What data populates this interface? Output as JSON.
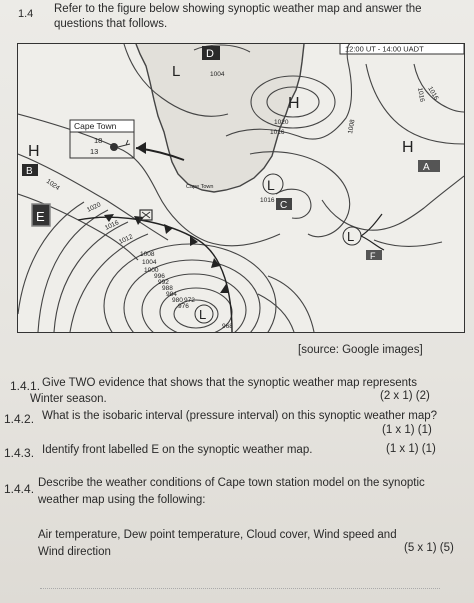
{
  "intro": {
    "number": "1.4",
    "text_line1": "Refer to the figure below showing synoptic weather map and answer the",
    "text_line2": "questions that follows."
  },
  "map": {
    "time_label": "12:00 UT - 14:00 UADT",
    "cape_town_box": "Cape Town",
    "station_temp": "18",
    "station_dew": "13",
    "cape_town_small": "Cape Town",
    "pressure_labels": {
      "p1004_top": "1004",
      "p1020": "1020",
      "p1016_top": "1016",
      "p1024": "1024",
      "p1020_left": "1020",
      "p1016_left": "1016",
      "p1012": "1012",
      "p1008": "1008",
      "p1004": "1004",
      "p1000": "1000",
      "p996": "996",
      "p992": "992",
      "p988": "988",
      "p984": "984",
      "p980": "980",
      "p976": "976",
      "p972": "972",
      "p968": "968",
      "p1016_right": "1016",
      "p1008_right": "1008",
      "p1016_far": "1016",
      "p1016_centre": "1016"
    },
    "pressure_systems": {
      "low_north": "L",
      "high_centre": "H",
      "high_left": "H",
      "high_right": "H",
      "low_centre": "L",
      "low_south": "L",
      "low_east": "L"
    },
    "letters": {
      "D": "D",
      "B": "B",
      "E": "E",
      "C": "C",
      "A": "A",
      "F": "F"
    },
    "source": "[source: Google images]"
  },
  "questions": [
    {
      "number": "1.4.1.",
      "text_line1": "Give TWO evidence that shows that the synoptic weather map represents",
      "text_line2": "Winter season.",
      "marks": "(2 x 1) (2)"
    },
    {
      "number": "1.4.2.",
      "text_line1": "What is the isobaric interval (pressure interval) on this synoptic weather map?",
      "marks": "(1 x 1) (1)"
    },
    {
      "number": "1.4.3.",
      "text_line1": "Identify front labelled E on the synoptic weather map.",
      "marks": "(1 x 1) (1)"
    },
    {
      "number": "1.4.4.",
      "text_line1": "Describe the weather conditions of Cape town station model on the synoptic",
      "text_line2": "weather map using the following:",
      "list_line1": "Air temperature, Dew point temperature, Cloud cover, Wind speed and",
      "list_line2": "Wind direction",
      "marks": "(5 x 1) (5)"
    }
  ]
}
